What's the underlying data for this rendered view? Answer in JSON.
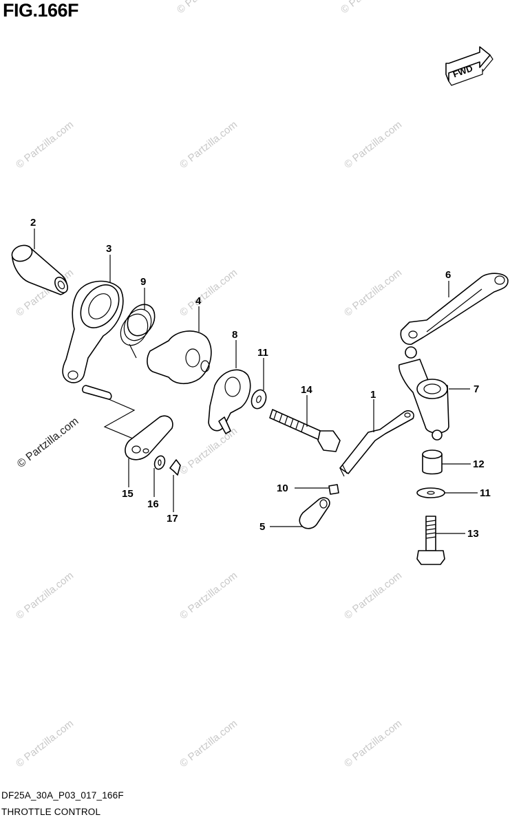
{
  "figure": {
    "title": "FIG.166F"
  },
  "footer": {
    "code": "DF25A_30A_P03_017_166F",
    "section": "THROTTLE CONTROL"
  },
  "fwd_arrow": {
    "label": "FWD"
  },
  "watermark": {
    "text": "© Partzilla.com"
  },
  "callouts": {
    "c1": "1",
    "c2": "2",
    "c3": "3",
    "c4": "4",
    "c5": "5",
    "c6": "6",
    "c7": "7",
    "c8": "8",
    "c9": "9",
    "c10": "10",
    "c11a": "11",
    "c11b": "11",
    "c12": "12",
    "c13": "13",
    "c14": "14",
    "c15": "15",
    "c16": "16",
    "c17": "17"
  }
}
